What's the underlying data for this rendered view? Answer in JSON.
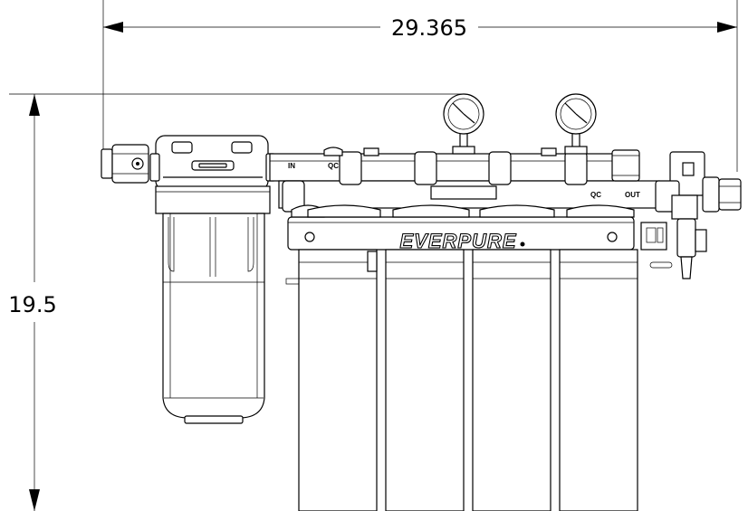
{
  "dimensions": {
    "width_label": "29.365",
    "height_label": "19.5"
  },
  "labels": {
    "inlet": "IN",
    "qc_left": "QC",
    "qc_right": "QC",
    "outlet": "OUT"
  },
  "brand": {
    "name": "EVERPURE"
  },
  "colors": {
    "line": "#000000",
    "background": "#ffffff"
  }
}
